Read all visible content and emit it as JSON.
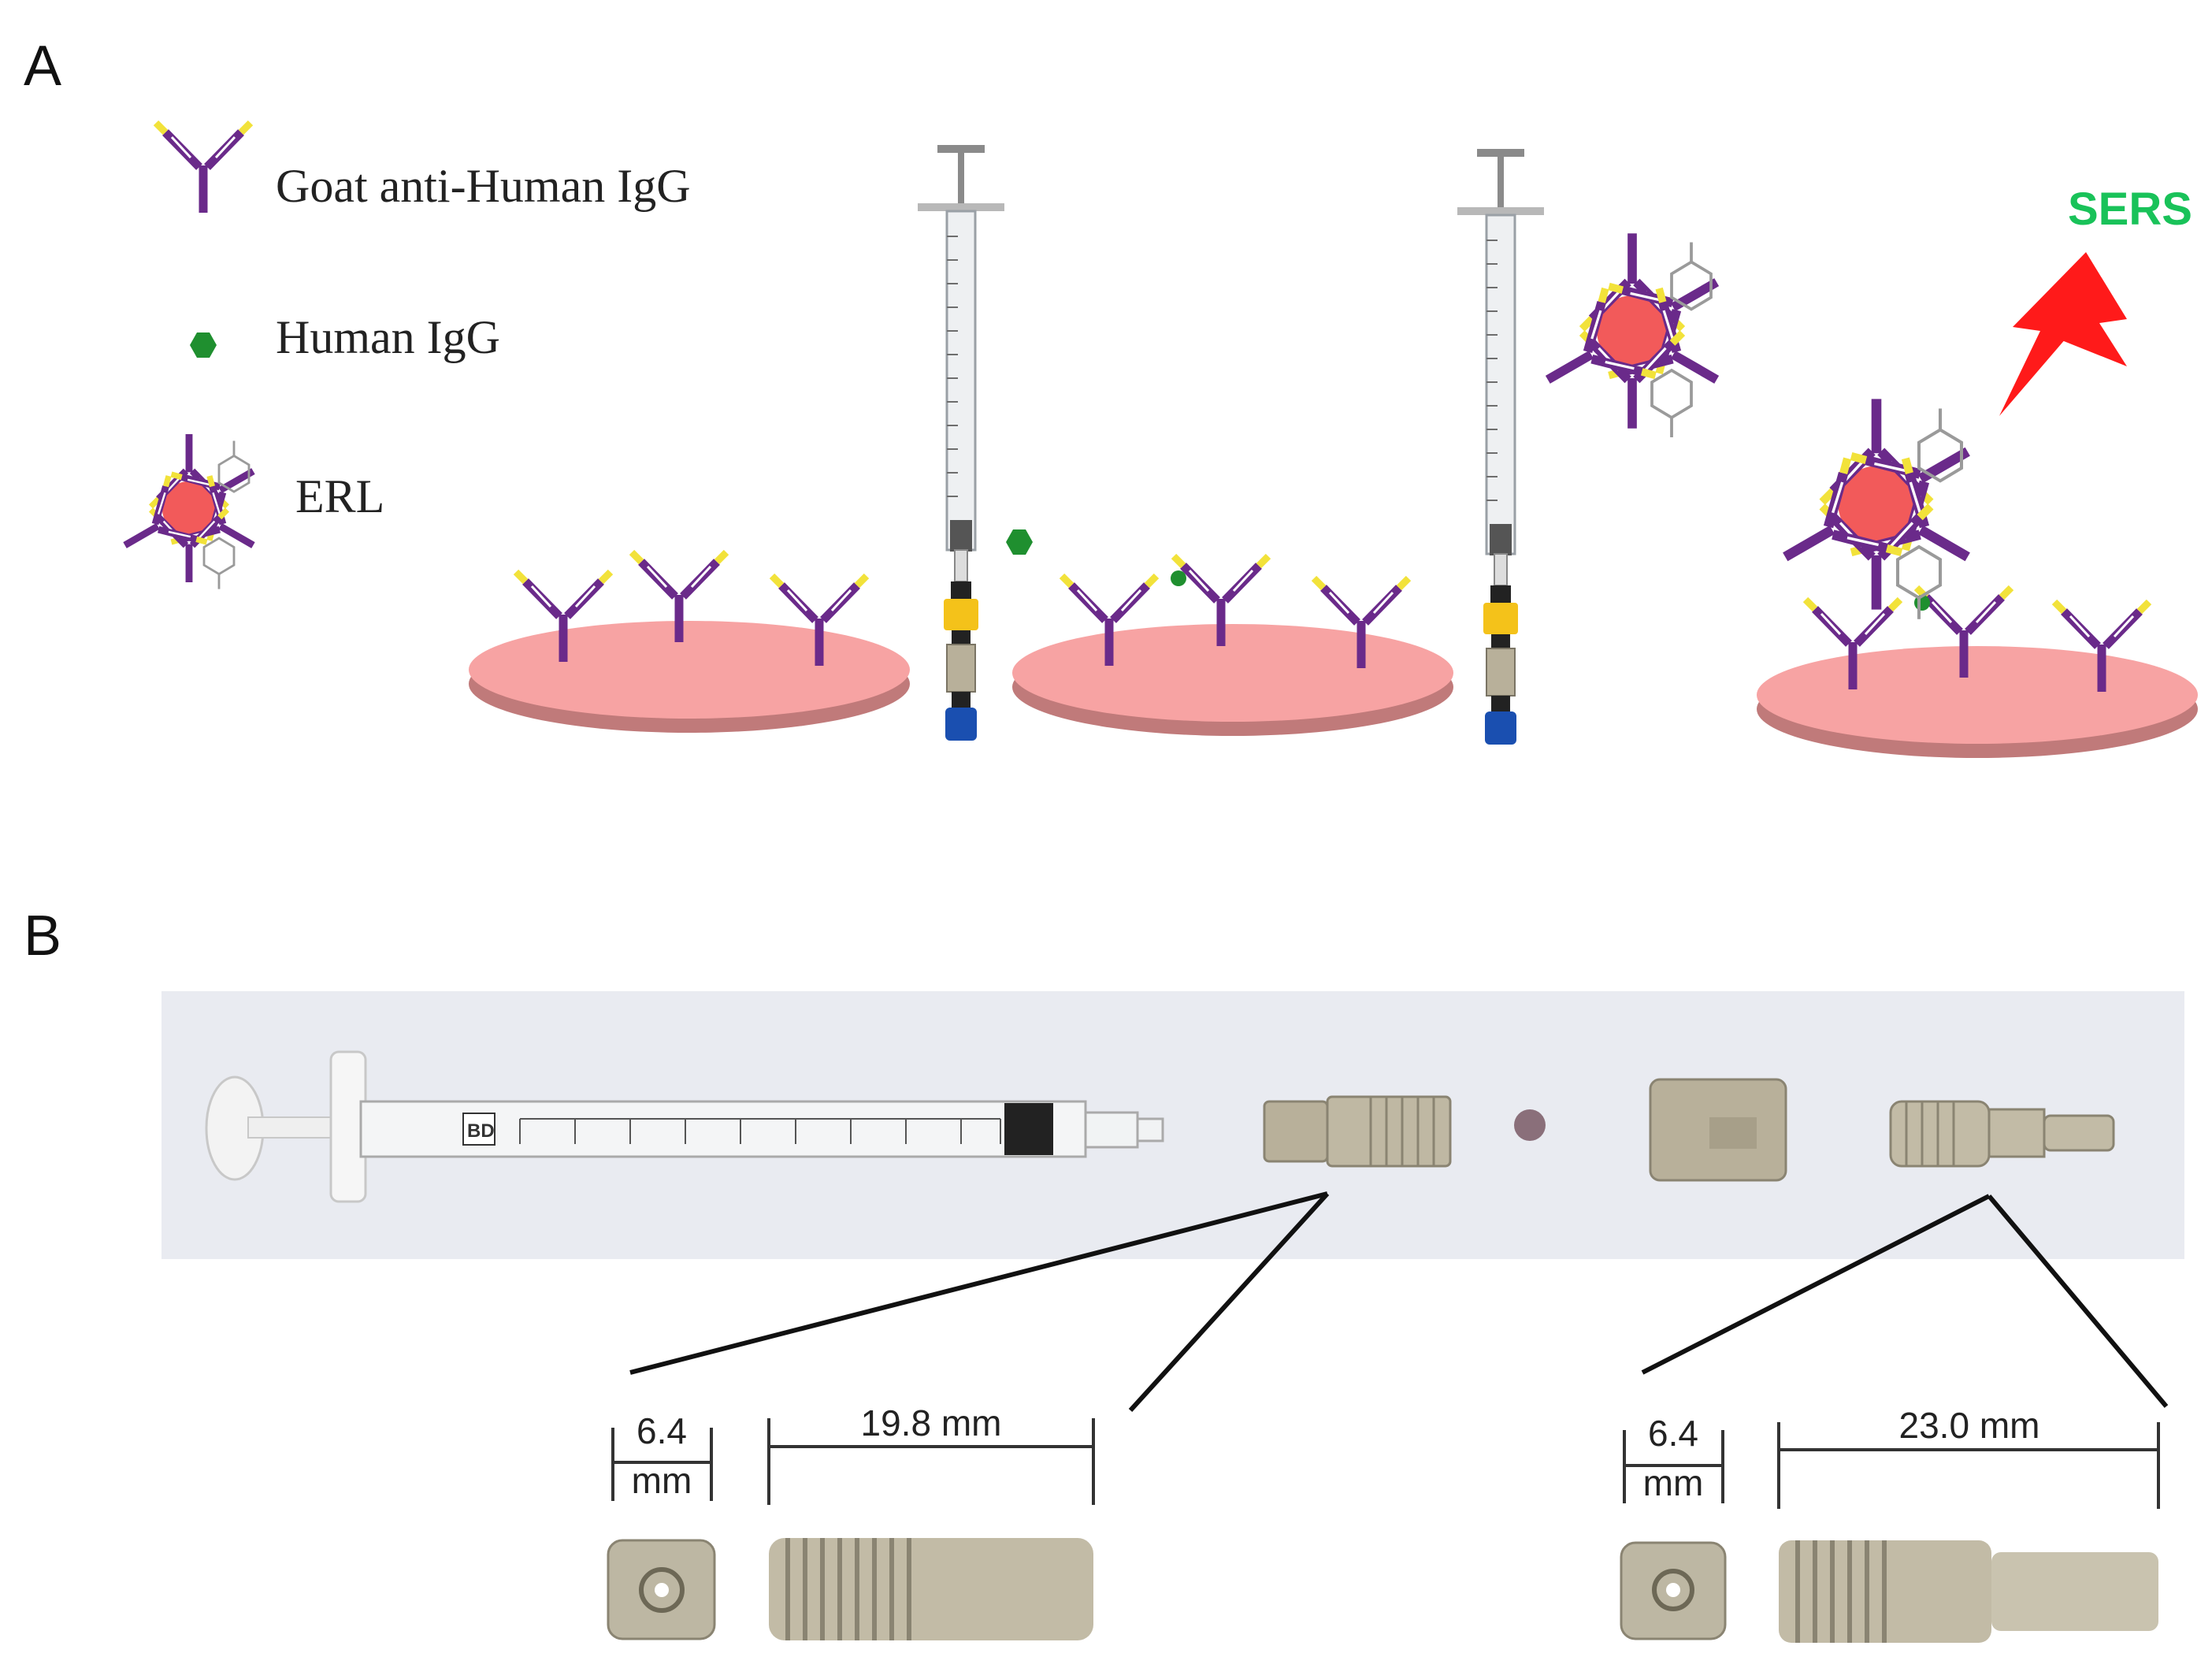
{
  "panels": {
    "a": {
      "label": "A"
    },
    "b": {
      "label": "B"
    }
  },
  "legend": {
    "antibody": "Goat anti-Human IgG",
    "antigen": "Human IgG",
    "reporter": "ERL"
  },
  "signal": {
    "label": "SERS",
    "color": "#19c259",
    "bolt_color": "#ff1a1a"
  },
  "colors": {
    "antibody": "#6a2a8a",
    "antibody_tip": "#f2e23a",
    "antigen": "#1f8f2f",
    "particle": "#f25a5a",
    "disc_top": "#f7a3a3",
    "disc_edge": "#c07a7a",
    "peek": "#b8b09a",
    "fitting_yellow": "#f4c21a",
    "fitting_blue": "#1a4fb0"
  },
  "photo": {
    "syringe_brand": "BD"
  },
  "dimensions": {
    "left": {
      "width_value": "6.4",
      "width_unit": "mm",
      "length": "19.8 mm"
    },
    "right": {
      "width_value": "6.4",
      "width_unit": "mm",
      "length": "23.0 mm"
    }
  }
}
